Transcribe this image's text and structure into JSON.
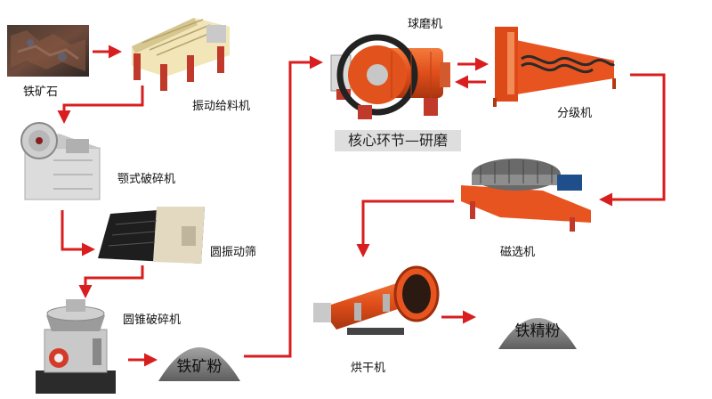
{
  "nodes": {
    "iron_ore": "铁矿石",
    "vibrating_feeder": "振动给料机",
    "jaw_crusher": "颚式破碎机",
    "circular_screen": "圆振动筛",
    "cone_crusher": "圆锥破碎机",
    "iron_powder": "铁矿粉",
    "ball_mill": "球磨机",
    "core_step": "核心环节—研磨",
    "classifier": "分级机",
    "magnetic_separator": "磁选机",
    "dryer": "烘干机",
    "concentrate": "铁精粉"
  },
  "colors": {
    "arrow": "#d81e1e",
    "machine_orange": "#e8541f",
    "pile": "#7d7d7d"
  }
}
